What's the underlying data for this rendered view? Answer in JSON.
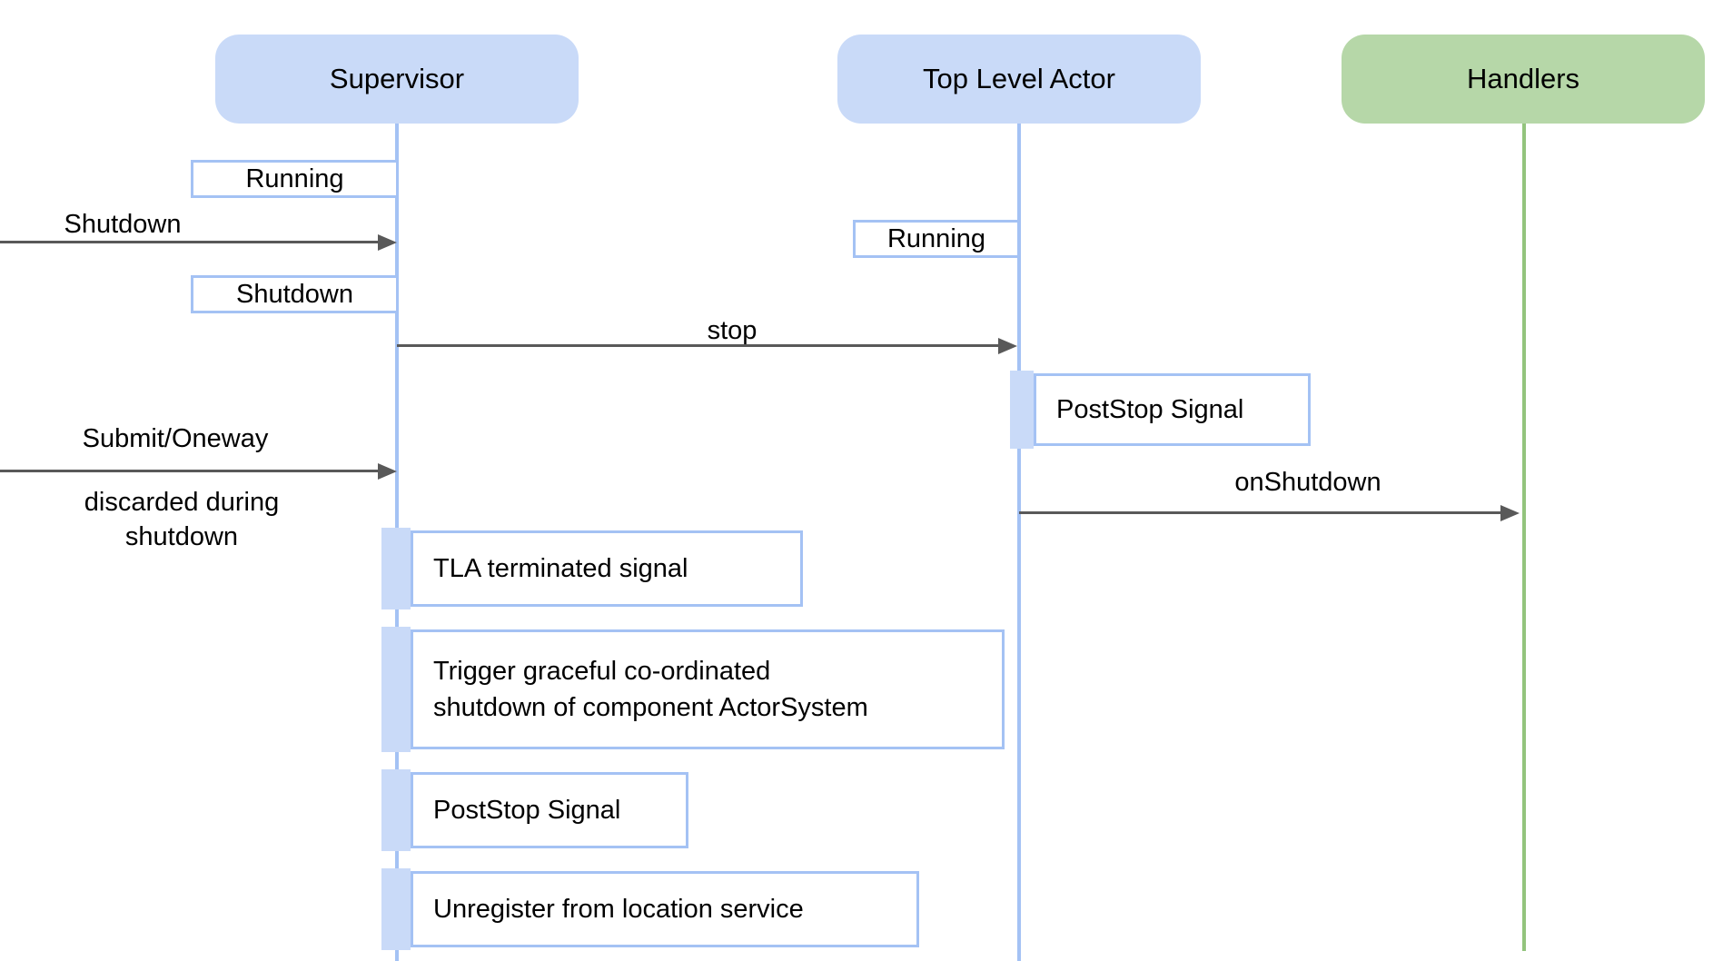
{
  "actors": [
    {
      "id": "supervisor",
      "label": "Supervisor",
      "fill": "#c9daf8",
      "lifeline_color": "#a4c2f4"
    },
    {
      "id": "top-level-actor",
      "label": "Top Level Actor",
      "fill": "#c9daf8",
      "lifeline_color": "#a4c2f4"
    },
    {
      "id": "handlers",
      "label": "Handlers",
      "fill": "#b6d7a8",
      "lifeline_color": "#93c47d"
    }
  ],
  "supervisor_states": [
    {
      "label": "Running"
    },
    {
      "label": "Shutdown"
    }
  ],
  "tla_states": [
    {
      "label": "Running"
    }
  ],
  "messages": [
    {
      "label": "Shutdown",
      "from": "external",
      "to": "Supervisor"
    },
    {
      "label": "stop",
      "from": "Supervisor",
      "to": "Top Level Actor"
    },
    {
      "label": "Submit/Oneway",
      "from": "external",
      "to": "Supervisor",
      "note": "discarded during\nshutdown"
    },
    {
      "label": "onShutdown",
      "from": "Top Level Actor",
      "to": "Handlers"
    }
  ],
  "tla_tasks": [
    {
      "label": "PostStop Signal"
    }
  ],
  "supervisor_tasks": [
    {
      "label": "TLA terminated signal"
    },
    {
      "label": "Trigger graceful co-ordinated\nshutdown of component ActorSystem"
    },
    {
      "label": "PostStop Signal"
    },
    {
      "label": "Unregister from location service"
    }
  ],
  "colors": {
    "actor_blue_fill": "#c9daf8",
    "actor_green_fill": "#b6d7a8",
    "lifeline_blue": "#a4c2f4",
    "lifeline_green": "#93c47d",
    "arrow": "#595959",
    "text": "#000000",
    "background": "#ffffff"
  }
}
